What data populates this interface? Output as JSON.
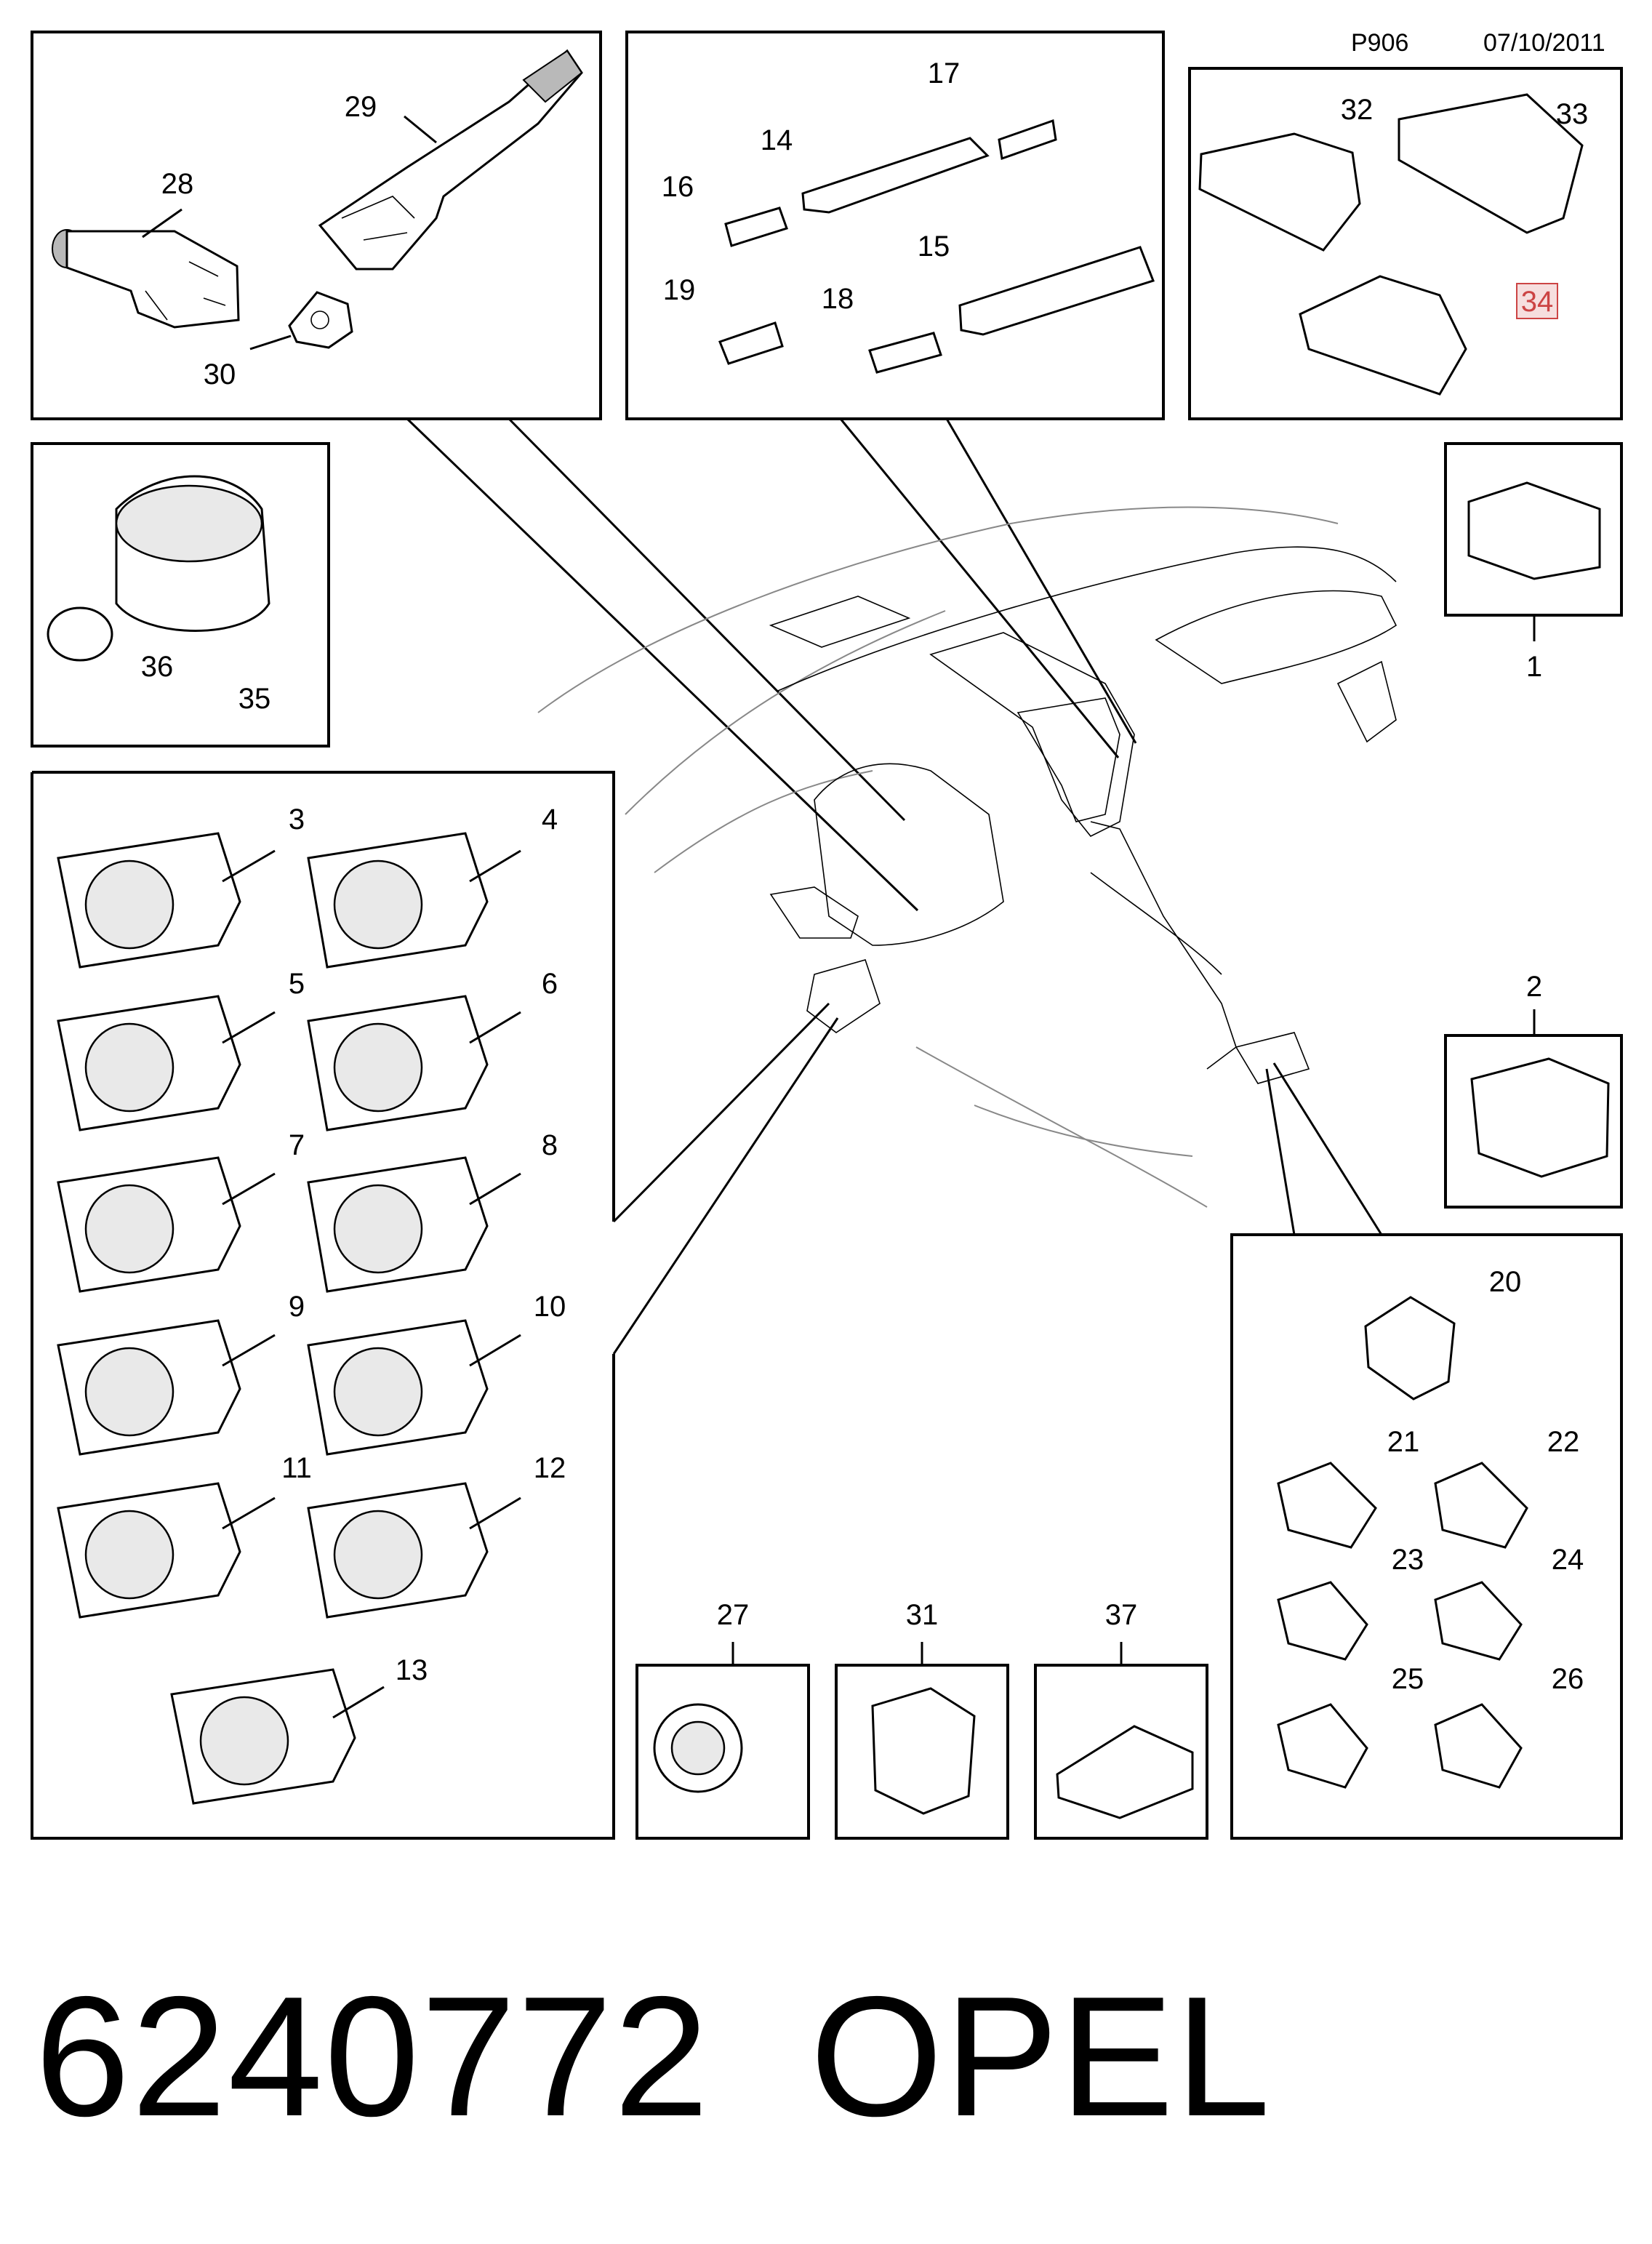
{
  "header": {
    "page_code": "P906",
    "date": "07/10/2011"
  },
  "footer": {
    "part_number": "6240772",
    "brand": "OPEL"
  },
  "callouts": {
    "c1": "1",
    "c2": "2",
    "c3": "3",
    "c4": "4",
    "c5": "5",
    "c6": "6",
    "c7": "7",
    "c8": "8",
    "c9": "9",
    "c10": "10",
    "c11": "11",
    "c12": "12",
    "c13": "13",
    "c14": "14",
    "c15": "15",
    "c16": "16",
    "c17": "17",
    "c18": "18",
    "c19": "19",
    "c20": "20",
    "c21": "21",
    "c22": "22",
    "c23": "23",
    "c24": "24",
    "c25": "25",
    "c26": "26",
    "c27": "27",
    "c28": "28",
    "c29": "29",
    "c30": "30",
    "c31": "31",
    "c32": "32",
    "c33": "33",
    "c34": "34",
    "c35": "35",
    "c36": "36",
    "c37": "37"
  },
  "highlight": {
    "callout": "34",
    "color": "#cc4444"
  }
}
